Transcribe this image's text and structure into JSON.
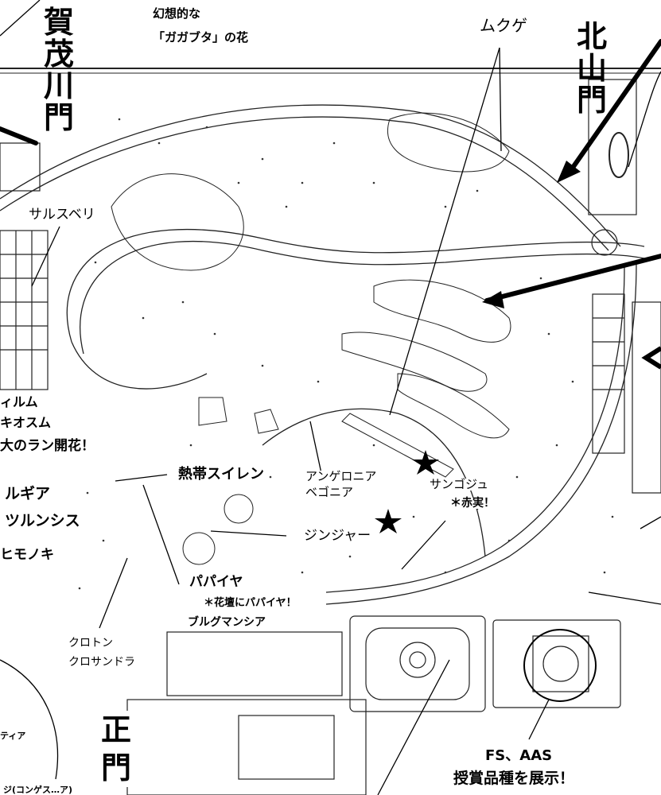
{
  "labels": {
    "kamogawa_gate": "賀茂川門",
    "kitayama_gate": "北山門",
    "main_gate": "正門",
    "gagabuta_line1": "幻想的な",
    "gagabuta_line2": "「ガガブタ」の花",
    "mukuge": "ムクゲ",
    "sarusuberi": "サルスベリ",
    "orchid_line1": "ィルム",
    "orchid_line2": "キオスム",
    "orchid_line3": "大のラン開花！",
    "nettai_suiren": "熱帯スイレン",
    "brugia_line1": "ルギア",
    "brugia_line2": "ツルンシス",
    "himonoki": "ヒモノキ",
    "angelonia": "アンゲロニア",
    "begonia": "ベゴニア",
    "sangoju": "サンゴジュ",
    "akami": "＊赤実！",
    "jinja": "ジンジャー",
    "papaya": "パパイヤ",
    "papaya_note": "＊花壇にパパイヤ！",
    "brugmansia": "ブルグマンシア",
    "croton": "クロトン",
    "crossandra": "クロサンドラ",
    "fs_aas_line1": "FS、AAS",
    "fs_aas_line2": "授賞品種を展示！",
    "left_bottom_1": "ティア",
    "left_bottom_2": "ジ(コンゲス…ア)"
  },
  "colors": {
    "ink": "#000000",
    "paper": "#ffffff",
    "map_line": "#333333",
    "map_fill": "#f4f4f4"
  }
}
